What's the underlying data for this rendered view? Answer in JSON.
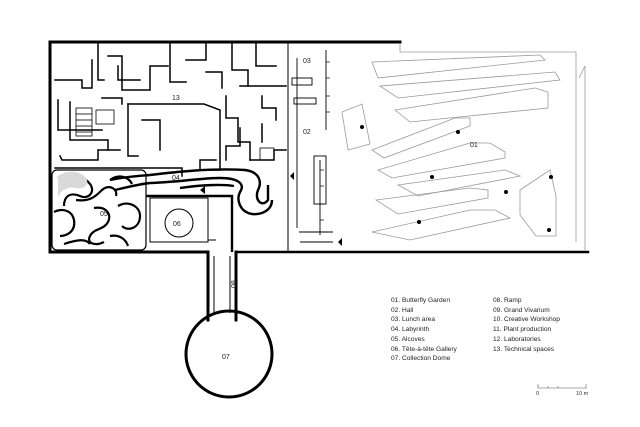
{
  "plan": {
    "labels": {
      "l01": "01",
      "l02": "02",
      "l03": "03",
      "l04": "04",
      "l05": "05",
      "l06": "06",
      "l07": "07",
      "l08": "08",
      "l13": "13"
    }
  },
  "legend": {
    "col1": [
      "01. Butterfly Garden",
      "02. Hall",
      "03. Lunch area",
      "04. Labyrinth",
      "05. Alcoves",
      "06. Tête-à-tête Gallery",
      "07. Collection Dome"
    ],
    "col2": [
      "08. Ramp",
      "09. Grand Vivarium",
      "10. Creative Workshop",
      "11. Plant production",
      "12. Laboratories",
      "13. Technical spaces"
    ]
  },
  "scale": {
    "start": "0",
    "end": "10 m"
  }
}
